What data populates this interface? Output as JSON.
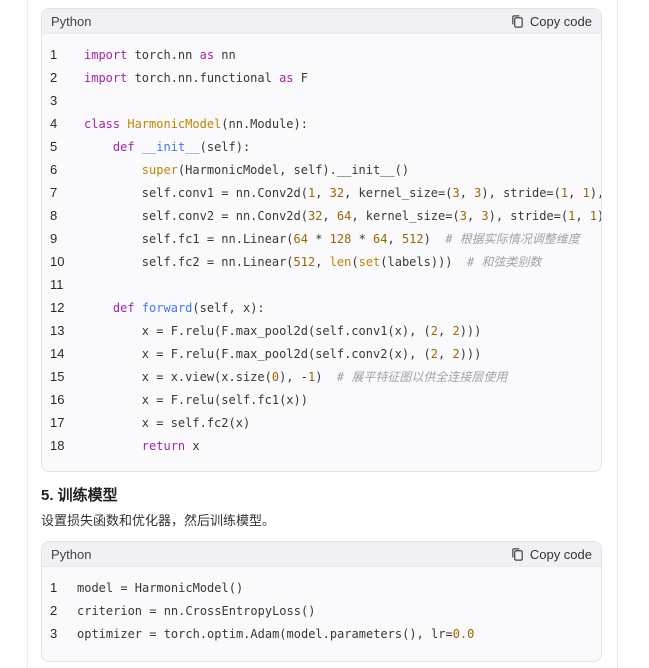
{
  "block1": {
    "language": "Python",
    "copy_label": "Copy code",
    "lines": [
      {
        "n": "1",
        "tokens": [
          {
            "t": "import",
            "c": "kw"
          },
          {
            "t": " torch.nn "
          },
          {
            "t": "as",
            "c": "kw"
          },
          {
            "t": " nn"
          }
        ]
      },
      {
        "n": "2",
        "tokens": [
          {
            "t": "import",
            "c": "kw"
          },
          {
            "t": " torch.nn.functional "
          },
          {
            "t": "as",
            "c": "kw"
          },
          {
            "t": " F"
          }
        ]
      },
      {
        "n": "3",
        "tokens": []
      },
      {
        "n": "4",
        "tokens": [
          {
            "t": "class",
            "c": "kw"
          },
          {
            "t": " "
          },
          {
            "t": "HarmonicModel",
            "c": "cls"
          },
          {
            "t": "(nn.Module):"
          }
        ]
      },
      {
        "n": "5",
        "tokens": [
          {
            "t": "    "
          },
          {
            "t": "def",
            "c": "kw"
          },
          {
            "t": " "
          },
          {
            "t": "__init__",
            "c": "fn"
          },
          {
            "t": "(self):"
          }
        ]
      },
      {
        "n": "6",
        "tokens": [
          {
            "t": "        "
          },
          {
            "t": "super",
            "c": "cls"
          },
          {
            "t": "(HarmonicModel, self).__init__()"
          }
        ]
      },
      {
        "n": "7",
        "tokens": [
          {
            "t": "        self.conv1 = nn.Conv2d("
          },
          {
            "t": "1",
            "c": "num"
          },
          {
            "t": ", "
          },
          {
            "t": "32",
            "c": "num"
          },
          {
            "t": ", kernel_size=("
          },
          {
            "t": "3",
            "c": "num"
          },
          {
            "t": ", "
          },
          {
            "t": "3",
            "c": "num"
          },
          {
            "t": "), stride=("
          },
          {
            "t": "1",
            "c": "num"
          },
          {
            "t": ", "
          },
          {
            "t": "1",
            "c": "num"
          },
          {
            "t": "),"
          }
        ]
      },
      {
        "n": "8",
        "tokens": [
          {
            "t": "        self.conv2 = nn.Conv2d("
          },
          {
            "t": "32",
            "c": "num"
          },
          {
            "t": ", "
          },
          {
            "t": "64",
            "c": "num"
          },
          {
            "t": ", kernel_size=("
          },
          {
            "t": "3",
            "c": "num"
          },
          {
            "t": ", "
          },
          {
            "t": "3",
            "c": "num"
          },
          {
            "t": "), stride=("
          },
          {
            "t": "1",
            "c": "num"
          },
          {
            "t": ", "
          },
          {
            "t": "1",
            "c": "num"
          },
          {
            "t": "),"
          }
        ]
      },
      {
        "n": "9",
        "tokens": [
          {
            "t": "        self.fc1 = nn.Linear("
          },
          {
            "t": "64",
            "c": "num"
          },
          {
            "t": " * "
          },
          {
            "t": "128",
            "c": "num"
          },
          {
            "t": " * "
          },
          {
            "t": "64",
            "c": "num"
          },
          {
            "t": ", "
          },
          {
            "t": "512",
            "c": "num"
          },
          {
            "t": ")  "
          },
          {
            "t": "# 根据实际情况调整维度",
            "c": "cm"
          }
        ]
      },
      {
        "n": "10",
        "tokens": [
          {
            "t": "        self.fc2 = nn.Linear("
          },
          {
            "t": "512",
            "c": "num"
          },
          {
            "t": ", "
          },
          {
            "t": "len",
            "c": "cls"
          },
          {
            "t": "("
          },
          {
            "t": "set",
            "c": "cls"
          },
          {
            "t": "(labels)))  "
          },
          {
            "t": "# 和弦类别数",
            "c": "cm"
          }
        ]
      },
      {
        "n": "11",
        "tokens": []
      },
      {
        "n": "12",
        "tokens": [
          {
            "t": "    "
          },
          {
            "t": "def",
            "c": "kw"
          },
          {
            "t": " "
          },
          {
            "t": "forward",
            "c": "fn"
          },
          {
            "t": "(self, x):"
          }
        ]
      },
      {
        "n": "13",
        "tokens": [
          {
            "t": "        x = F.relu(F.max_pool2d(self.conv1(x), ("
          },
          {
            "t": "2",
            "c": "num"
          },
          {
            "t": ", "
          },
          {
            "t": "2",
            "c": "num"
          },
          {
            "t": ")))"
          }
        ]
      },
      {
        "n": "14",
        "tokens": [
          {
            "t": "        x = F.relu(F.max_pool2d(self.conv2(x), ("
          },
          {
            "t": "2",
            "c": "num"
          },
          {
            "t": ", "
          },
          {
            "t": "2",
            "c": "num"
          },
          {
            "t": ")))"
          }
        ]
      },
      {
        "n": "15",
        "tokens": [
          {
            "t": "        x = x.view(x.size("
          },
          {
            "t": "0",
            "c": "num"
          },
          {
            "t": "), -"
          },
          {
            "t": "1",
            "c": "num"
          },
          {
            "t": ")  "
          },
          {
            "t": "# 展平特征图以供全连接层使用",
            "c": "cm"
          }
        ]
      },
      {
        "n": "16",
        "tokens": [
          {
            "t": "        x = F.relu(self.fc1(x))"
          }
        ]
      },
      {
        "n": "17",
        "tokens": [
          {
            "t": "        x = self.fc2(x)"
          }
        ]
      },
      {
        "n": "18",
        "tokens": [
          {
            "t": "        "
          },
          {
            "t": "return",
            "c": "kw"
          },
          {
            "t": " x"
          }
        ]
      }
    ]
  },
  "section": {
    "heading": "5. 训练模型",
    "paragraph": "设置损失函数和优化器，然后训练模型。"
  },
  "block2": {
    "language": "Python",
    "copy_label": "Copy code",
    "lines": [
      {
        "n": "1",
        "tokens": [
          {
            "t": "model = HarmonicModel()"
          }
        ]
      },
      {
        "n": "2",
        "tokens": [
          {
            "t": "criterion = nn.CrossEntropyLoss()"
          }
        ]
      },
      {
        "n": "3",
        "tokens": [
          {
            "t": "optimizer = torch.optim.Adam(model.parameters(), lr="
          },
          {
            "t": "0.0",
            "c": "num"
          }
        ]
      }
    ]
  }
}
